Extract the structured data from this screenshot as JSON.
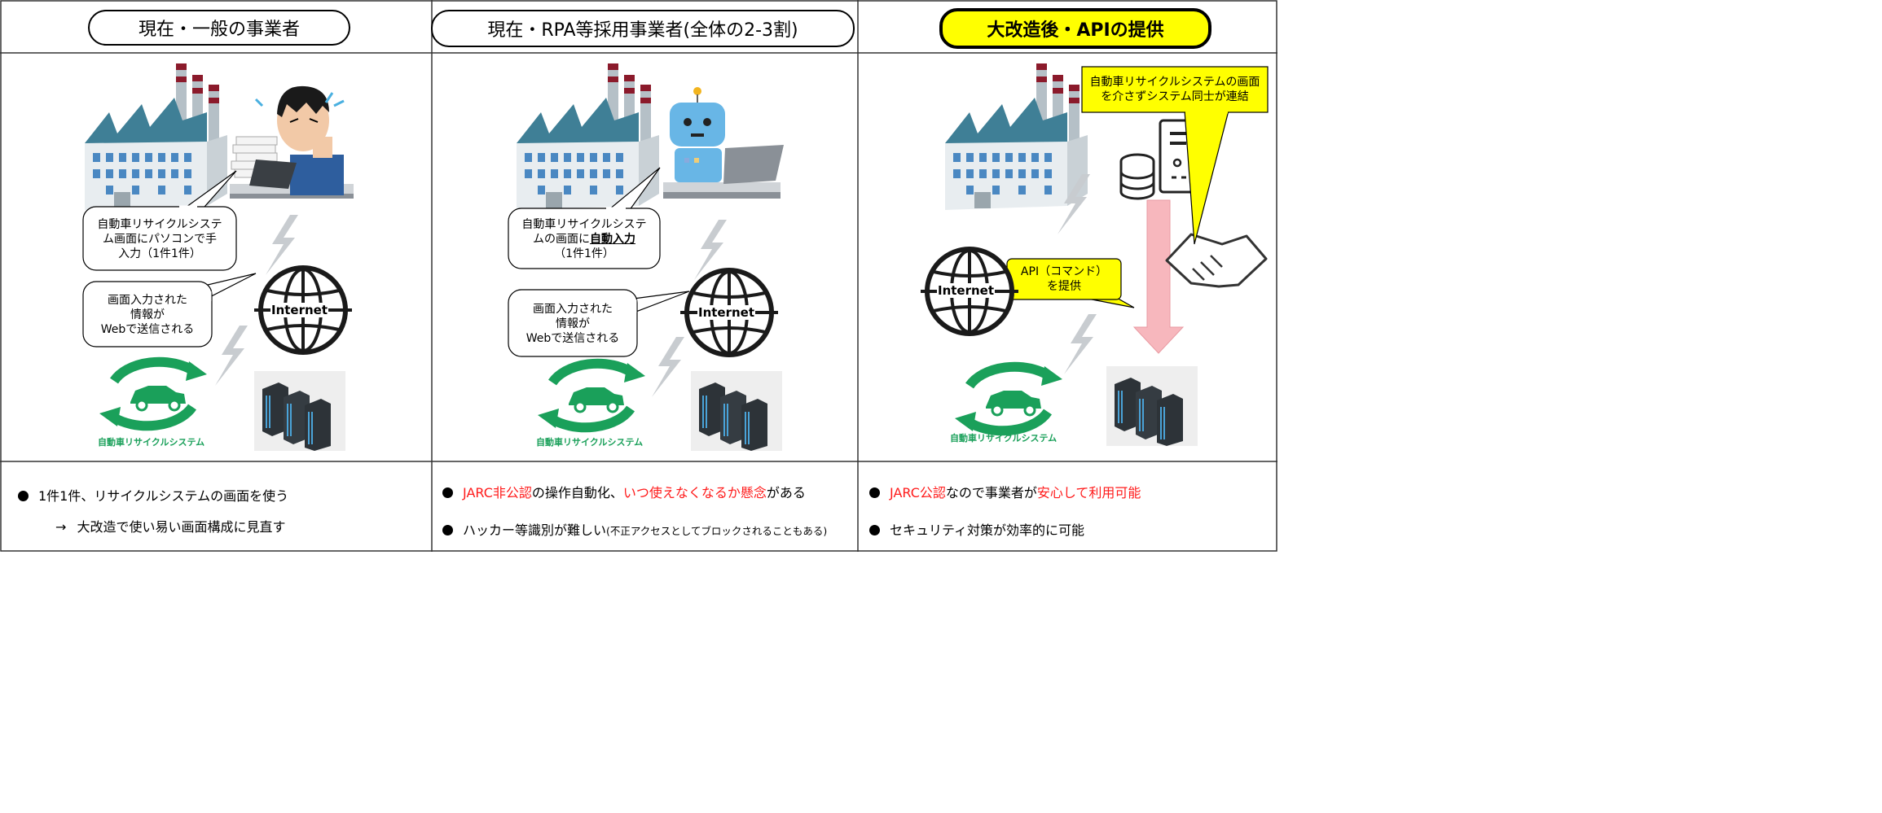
{
  "columns": [
    {
      "header": "現在・一般の事業者",
      "bubble_input": [
        "自動車リサイクルシステ",
        "ム画面にパソコンで手",
        "入力（1件1件）"
      ],
      "bubble_web": [
        "画面入力された",
        "情報が",
        "Webで送信される"
      ],
      "internet": "Internet",
      "jarc": "自動車リサイクルシステム",
      "bullets": [
        {
          "text": "1件1件、リサイクルシステムの画面を使う"
        },
        {
          "arrow": "→",
          "text": "大改造で使い易い画面構成に見直す"
        }
      ]
    },
    {
      "header": "現在・RPA等採用事業者(全体の2-3割)",
      "bubble_input": {
        "l1": "自動車リサイクルシステ",
        "l2a": "ムの画面に",
        "l2b": "自動入力",
        "l3": "（1件1件）"
      },
      "bubble_web": [
        "画面入力された",
        "情報が",
        "Webで送信される"
      ],
      "internet": "Internet",
      "jarc": "自動車リサイクルシステム",
      "bullets": [
        {
          "a": "JARC非公認",
          "b": "の操作自動化、",
          "c": "いつ使えなくなるか懸念",
          "d": "がある"
        },
        {
          "main": "ハッカー等識別が難しい",
          "small": "(不正アクセスとしてブロックされることもある)"
        }
      ]
    },
    {
      "header": "大改造後・APIの提供",
      "callout": [
        "自動車リサイクルシステムの画面",
        "を介さずシステム同士が連結"
      ],
      "api_box": [
        "API（コマンド）",
        "を提供"
      ],
      "internet": "Internet",
      "jarc": "自動車リサイクルシステム",
      "bullets": [
        {
          "a": "JARC公認",
          "b": "なので事業者が",
          "c": "安心して利用可能"
        },
        {
          "text": "セキュリティ対策が効率的に可能"
        }
      ]
    }
  ],
  "colors": {
    "highlight": "#ffff00",
    "accent_red": "#ff1a1a",
    "jarc_green": "#1aa05a",
    "arrow_pink": "#f7b7bd"
  }
}
